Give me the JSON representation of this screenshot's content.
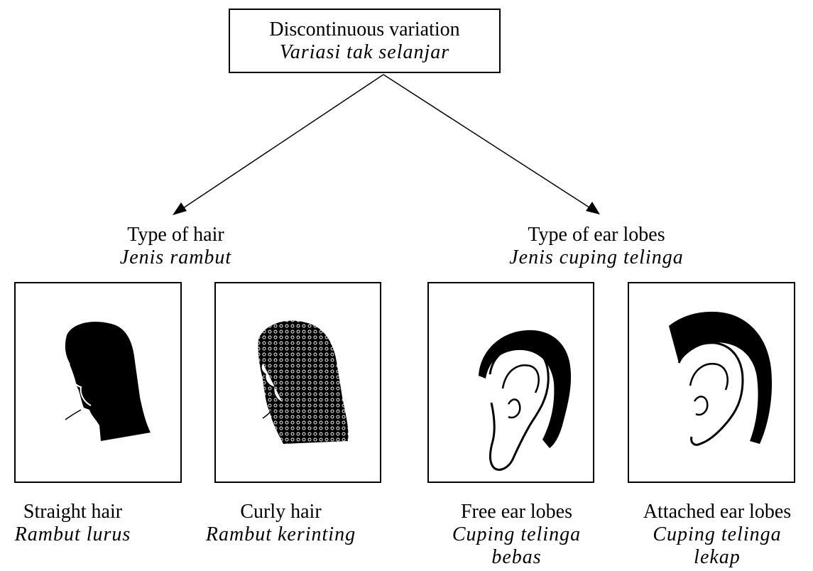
{
  "root": {
    "title": "Discontinuous variation",
    "subtitle": "Variasi tak selanjar"
  },
  "groups": [
    {
      "title": "Type of hair",
      "subtitle": "Jenis rambut",
      "items": [
        {
          "label": "Straight hair",
          "sublabel": [
            "Rambut lurus"
          ],
          "icon": "straight-hair-silhouette"
        },
        {
          "label": "Curly hair",
          "sublabel": [
            "Rambut kerinting"
          ],
          "icon": "curly-hair-silhouette"
        }
      ]
    },
    {
      "title": "Type of ear lobes",
      "subtitle": "Jenis cuping telinga",
      "items": [
        {
          "label": "Free ear lobes",
          "sublabel": [
            "Cuping telinga",
            "bebas"
          ],
          "icon": "free-ear-lobe"
        },
        {
          "label": "Attached ear lobes",
          "sublabel": [
            "Cuping telinga",
            "lekap"
          ],
          "icon": "attached-ear-lobe"
        }
      ]
    }
  ]
}
